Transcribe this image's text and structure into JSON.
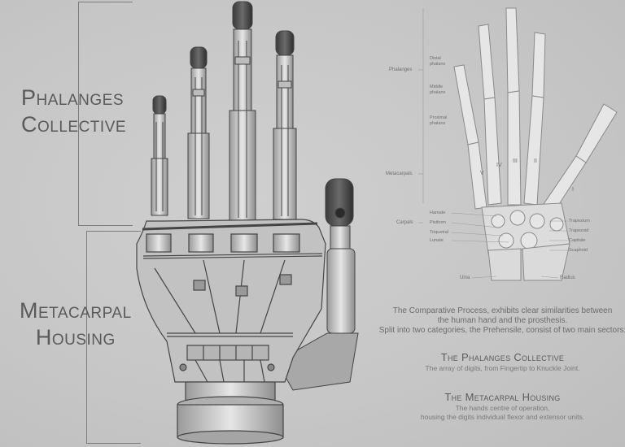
{
  "labels": {
    "phalanges_line1": "Phalanges",
    "phalanges_line2": "Collective",
    "metacarpal_line1": "Metacarpal",
    "metacarpal_line2": "Housing"
  },
  "anatomy": {
    "phalanges": "Phalanges",
    "distal": [
      "Distal",
      "phalanx"
    ],
    "middle": [
      "Middle",
      "phalanx"
    ],
    "proximal": [
      "Proximal",
      "phalanx"
    ],
    "metacarpals": "Metacarpals",
    "carpals": "Carpals",
    "carpal_left": [
      "Hamate",
      "Pisiform",
      "Triquetral",
      "Lunate"
    ],
    "carpal_right": [
      "Trapezium",
      "Trapezoid",
      "Capitate",
      "Scaphoid"
    ],
    "ulna": "Ulna",
    "radius": "Radius",
    "numerals": [
      "V",
      "IV",
      "III",
      "II",
      "I"
    ]
  },
  "description": {
    "line1": "The Comparative Process, exhibits clear similarities between",
    "line2": "the human hand and the prosthesis.",
    "line3": "Split into two categories, the Prehensile, consist of two main sectors:"
  },
  "sections": [
    {
      "title": "The Phalanges Collective",
      "desc": [
        "The array of digits, from Fingertip to Knuckle Joint."
      ]
    },
    {
      "title": "The Metacarpal Housing",
      "desc": [
        "The hands centre of operation,",
        "housing the digits individual flexor and extensor units."
      ]
    }
  ],
  "colors": {
    "background": "#c9c9c9",
    "ink": "#4a4a4a",
    "label": "#5a5a5a"
  }
}
